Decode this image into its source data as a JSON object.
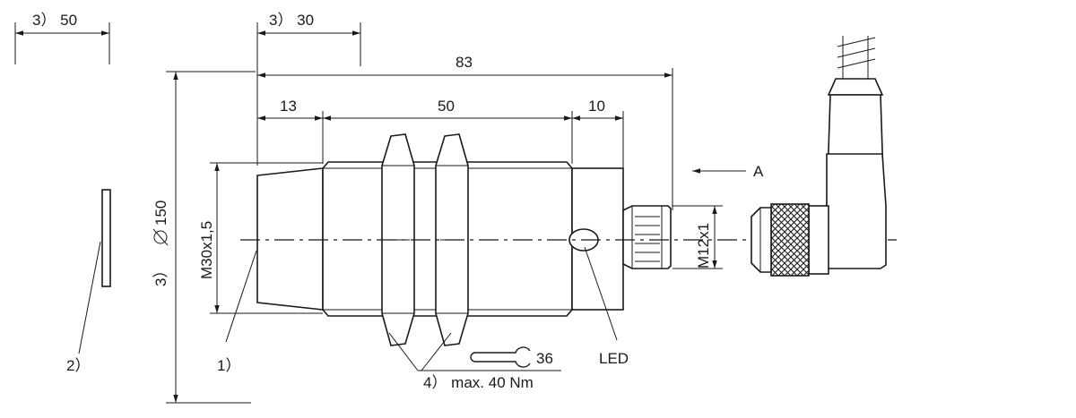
{
  "dimensions": {
    "ref_50": "3） 50",
    "ref_30": "3） 30",
    "length_83": "83",
    "length_13": "13",
    "length_50": "50",
    "length_10": "10",
    "diameter_150_prefix": "3）",
    "diameter_150": "150",
    "thread_m30": "M30x1,5",
    "thread_m12": "M12x1"
  },
  "labels": {
    "view_a": "A",
    "led": "LED",
    "note_1": "1）",
    "note_2": "2）",
    "note_4": "4） max. 40 Nm",
    "wrench_size": "36"
  },
  "icons": {
    "diameter": "diameter-symbol",
    "wrench": "wrench-icon"
  }
}
